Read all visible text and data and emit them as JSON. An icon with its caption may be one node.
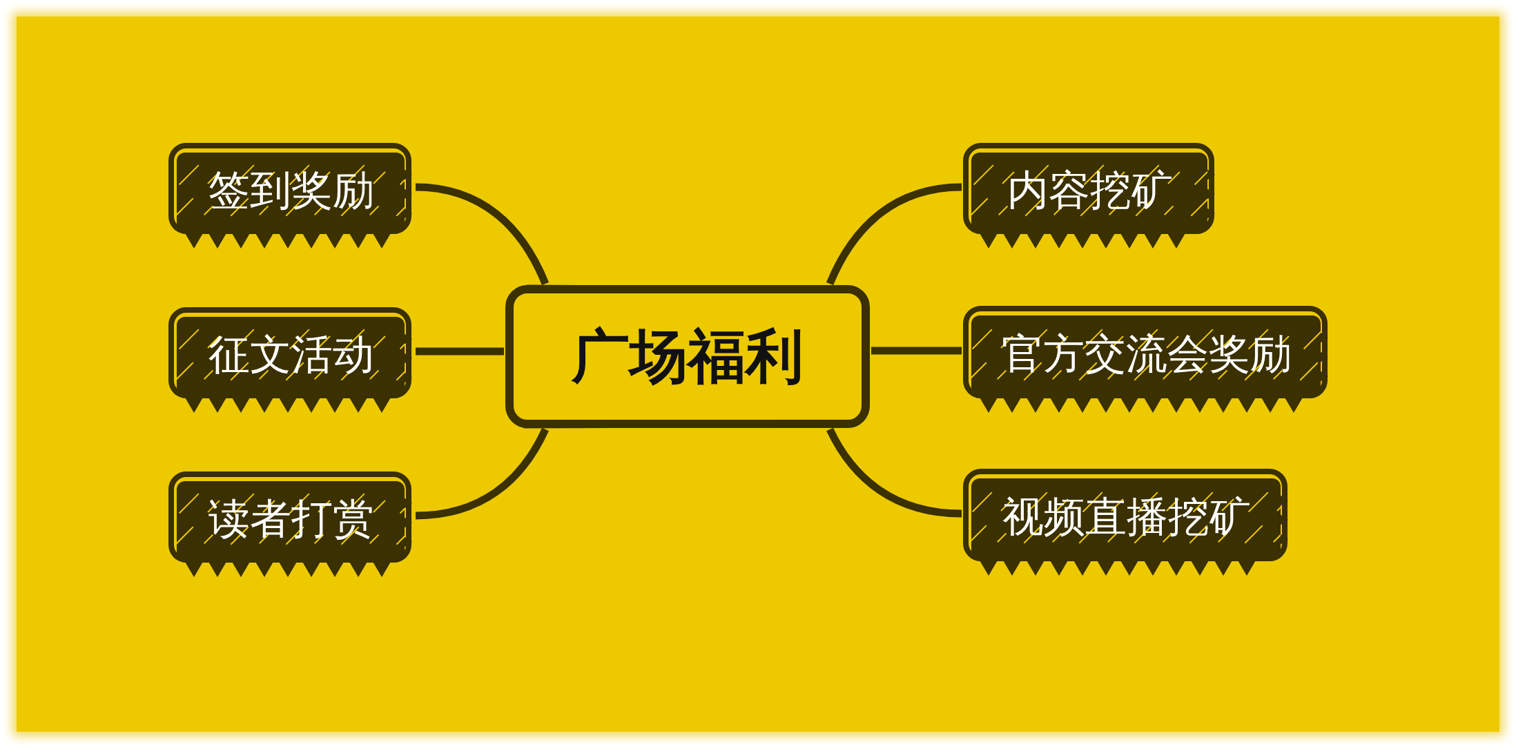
{
  "diagram": {
    "nodes": [
      {
        "text": [
          "广场福利"
        ]
      },
      {
        "text": [
          "签到奖励"
        ]
      },
      {
        "text": [
          "征文活动"
        ]
      },
      {
        "text": [
          "读者打赏"
        ]
      },
      {
        "text": [
          "内容挖矿"
        ]
      },
      {
        "text": [
          "官方交流会奖励"
        ]
      },
      {
        "text": [
          "视频直播挖矿"
        ]
      }
    ],
    "edges": [
      {
        "from": 0,
        "to": 1,
        "arrow": "none"
      },
      {
        "from": 0,
        "to": 2,
        "arrow": "none"
      },
      {
        "from": 0,
        "to": 3,
        "arrow": "none"
      },
      {
        "from": 0,
        "to": 4,
        "arrow": "none"
      },
      {
        "from": 0,
        "to": 5,
        "arrow": "none"
      },
      {
        "from": 0,
        "to": 6,
        "arrow": "none"
      }
    ]
  }
}
